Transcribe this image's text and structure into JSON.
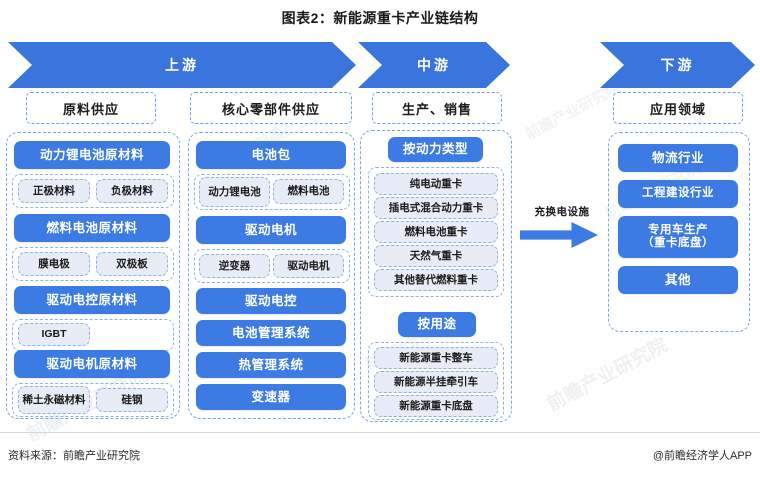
{
  "title": "图表2：新能源重卡产业链结构",
  "colors": {
    "blue": "#3d7be4",
    "banner_blue": "#3a74dd",
    "lite_fill": "#e7ecf7",
    "dash_border": "#79a6e5"
  },
  "banners": [
    {
      "id": "upstream",
      "label": "上游"
    },
    {
      "id": "midstream",
      "label": "中游"
    },
    {
      "id": "downstream",
      "label": "下游"
    }
  ],
  "stage_labels": [
    {
      "id": "raw",
      "label": "原料供应"
    },
    {
      "id": "core",
      "label": "核心零部件供应"
    },
    {
      "id": "prod",
      "label": "生产、销售"
    },
    {
      "id": "app",
      "label": "应用领域"
    }
  ],
  "columns": {
    "raw_supply": {
      "blocks": [
        {
          "title": "动力锂电池原材料",
          "children": [
            "正极材料",
            "负极材料"
          ]
        },
        {
          "title": "燃料电池原材料",
          "children": [
            "膜电极",
            "双极板"
          ]
        },
        {
          "title": "驱动电控原材料",
          "children": [
            "IGBT"
          ]
        },
        {
          "title": "驱动电机原材料",
          "children": [
            "稀土永磁材料",
            "硅钢"
          ]
        }
      ]
    },
    "core_parts": {
      "blocks": [
        {
          "title": "电池包",
          "children": [
            "动力锂电池",
            "燃料电池"
          ]
        },
        {
          "title": "驱动电机",
          "children": [
            "逆变器",
            "驱动电机"
          ]
        },
        {
          "title": "驱动电控",
          "children": []
        },
        {
          "title": "电池管理系统",
          "children": []
        },
        {
          "title": "热管理系统",
          "children": []
        },
        {
          "title": "变速器",
          "children": []
        }
      ]
    },
    "production": {
      "groups": [
        {
          "title": "按动力类型",
          "items": [
            "纯电动重卡",
            "插电式混合动力重卡",
            "燃料电池重卡",
            "天然气重卡",
            "其他替代燃料重卡"
          ]
        },
        {
          "title": "按用途",
          "items": [
            "新能源重卡整车",
            "新能源半挂牵引车",
            "新能源重卡底盘"
          ]
        }
      ]
    },
    "application": {
      "items": [
        "物流行业",
        "工程建设行业",
        "专用车生产\n（重卡底盘）",
        "其他"
      ]
    }
  },
  "connector": {
    "label": "充换电设施"
  },
  "footer": {
    "source": "资料来源：前瞻产业研究院",
    "brand": "@前瞻经济学人APP"
  },
  "watermarks": [
    "前瞻产业研究院",
    "前瞻产业研究院",
    "前瞻产业研究院",
    "前瞻产业研究院",
    "前瞻产业研究院",
    "前瞻产业研究院"
  ]
}
